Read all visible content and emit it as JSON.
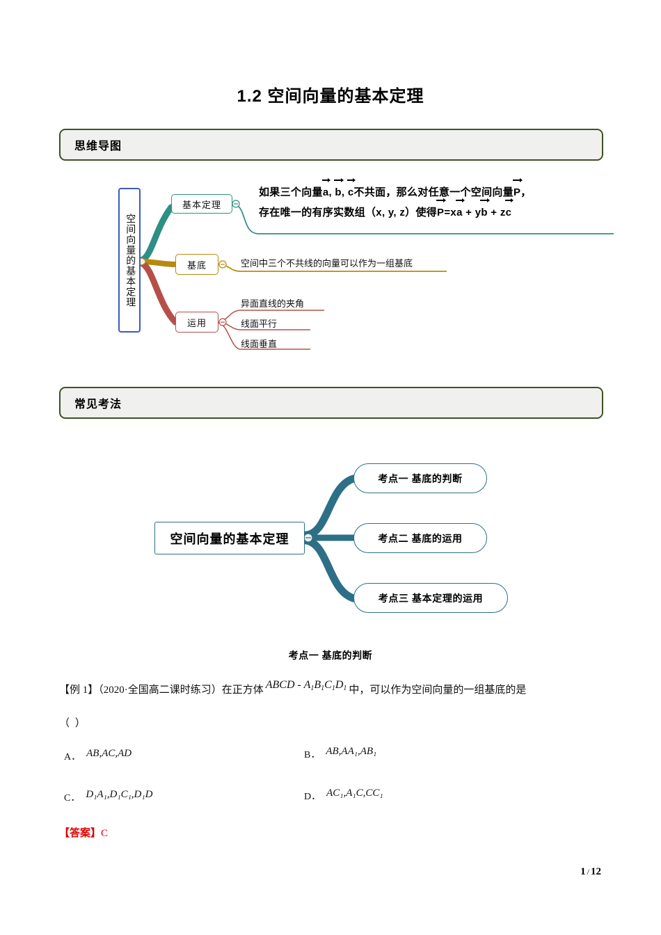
{
  "document": {
    "title": "1.2  空间向量的基本定理",
    "footer": {
      "current_page": "1",
      "separator": "/",
      "total_pages": "12"
    }
  },
  "sections": {
    "mindmap_banner": "思维导图",
    "exam_banner": "常见考法"
  },
  "mindmap_1": {
    "center": "空间向量的基本定理",
    "branches": [
      {
        "label": "基本定理",
        "color": "#2e8f84"
      },
      {
        "label": "基底",
        "color": "#b8890f"
      },
      {
        "label": "运用",
        "color": "#b55049"
      }
    ],
    "theorem_line1_a": "如果三个向量",
    "theorem_line1_vec_a": "a",
    "theorem_line1_comma1": ", ",
    "theorem_line1_vec_b": "b",
    "theorem_line1_comma2": ", ",
    "theorem_line1_vec_c": "c",
    "theorem_line1_b": "不共面，那么对任意一个空间向量",
    "theorem_line1_vec_p": "P",
    "theorem_line1_c": "，",
    "theorem_line2_a": "存在唯一的有序实数组（x, y, z）使得",
    "theorem_line2_vec_p": "P",
    "theorem_line2_eq": "=x",
    "theorem_line2_vec_a": "a",
    "theorem_line2_plus1": " + y",
    "theorem_line2_vec_b": "b",
    "theorem_line2_plus2": " + z",
    "theorem_line2_vec_c": "c",
    "basis_description": "空间中三个不共线的向量可以作为一组基底",
    "apply_items": [
      "异面直线的夹角",
      "线面平行",
      "线面垂直"
    ]
  },
  "mindmap_2": {
    "center": "空间向量的基本定理",
    "nodes": [
      "考点一 基底的判断",
      "考点二 基底的运用",
      "考点三 基本定理的运用"
    ],
    "accent_color": "#2d6f87"
  },
  "question": {
    "heading": "考点一  基底的判断",
    "prefix": "【例 1】（2020·全国高二课时练习）在正方体",
    "cube_math_a": "ABCD",
    "cube_math_dash": " - ",
    "cube_math_b1": "A",
    "cube_math_b1s": "1",
    "cube_math_b2": "B",
    "cube_math_b2s": "1",
    "cube_math_b3": "C",
    "cube_math_b3s": "1",
    "cube_math_b4": "D",
    "cube_math_b4s": "1",
    "suffix": "中，可以作为空间向量的一组基底的是",
    "blank": "（        ）",
    "options": [
      {
        "label": "A．",
        "math": "AB,AC,AD"
      },
      {
        "label": "B．",
        "math": "AB,AA₁,AB₁"
      },
      {
        "label": "C．",
        "math": "D₁A₁,D₁C₁,D₁D"
      },
      {
        "label": "D．",
        "math": "AC₁,A₁C,CC₁"
      }
    ],
    "answer_label": "【答案】",
    "answer_value": "C",
    "answer_color": "#e00000"
  }
}
